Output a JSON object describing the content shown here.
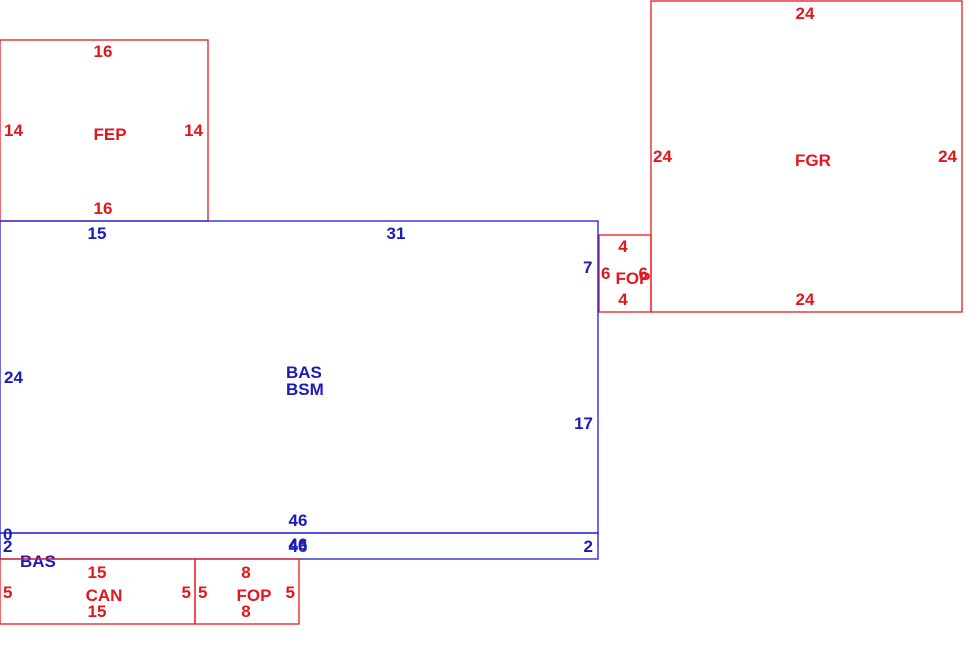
{
  "areas": [
    {
      "id": "fep",
      "code": "FEP",
      "color": "red",
      "dims": {
        "top": "16",
        "bottom": "16",
        "left": "14",
        "right": "14"
      }
    },
    {
      "id": "fgr",
      "code": "FGR",
      "color": "red",
      "dims": {
        "top": "24",
        "bottom": "24",
        "left": "24",
        "right": "24"
      }
    },
    {
      "id": "fop-right",
      "code": "FOP",
      "color": "red",
      "dims": {
        "top": "4",
        "bottom": "4",
        "left": "6",
        "right": "6"
      }
    },
    {
      "id": "bas-main",
      "codes": [
        "BAS",
        "BSM"
      ],
      "color": "blue",
      "dims": {
        "top_left": "15",
        "top_right": "31",
        "left": "24",
        "right_upper": "7",
        "right_lower": "17",
        "bottom": "46"
      }
    },
    {
      "id": "bas-strip",
      "code": "BAS",
      "color": "blue",
      "dims": {
        "top_left": "0",
        "left": "2",
        "top": "46",
        "bottom": "46",
        "right": "2"
      }
    },
    {
      "id": "can",
      "code": "CAN",
      "color": "red",
      "dims": {
        "top": "15",
        "bottom": "15",
        "left": "5",
        "right": "5"
      }
    },
    {
      "id": "fop-bottom",
      "code": "FOP",
      "color": "red",
      "dims": {
        "top": "8",
        "bottom": "8",
        "left": "5",
        "right": "5"
      }
    }
  ],
  "colors": {
    "red": "#e8181e",
    "blue": "#1b1bd4"
  }
}
